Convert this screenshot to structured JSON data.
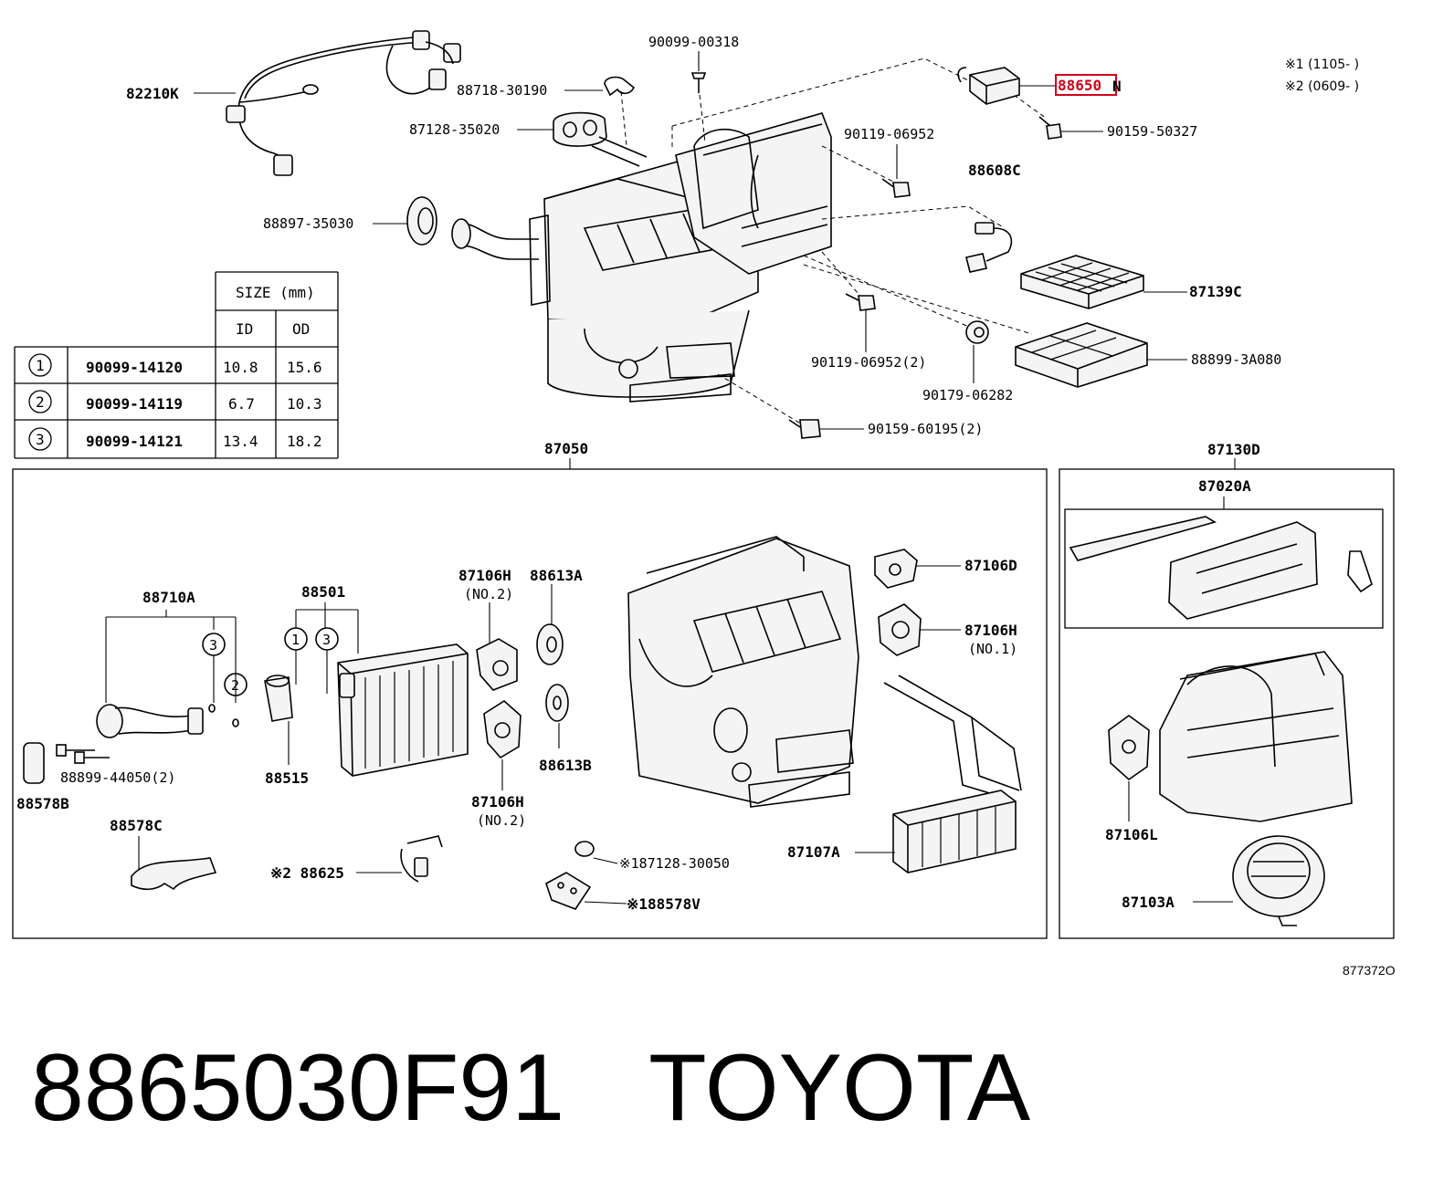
{
  "notes": {
    "n1": "※1 (1105-      )",
    "n2": "※2 (0609-      )"
  },
  "parts_top": {
    "p82210K": "82210K",
    "p90099_00318": "90099-00318",
    "p88718_30190": "88718-30190",
    "p87128_35020": "87128-35020",
    "p88897_35030": "88897-35030",
    "p88650N_highlight": "88650",
    "p88650N_suffix": "N",
    "p90159_50327": "90159-50327",
    "p90119_06952": "90119-06952",
    "p88608C": "88608C",
    "p87139C": "87139C",
    "p88899_3A080": "88899-3A080",
    "p90119_06952_2": "90119-06952(2)",
    "p90179_06282": "90179-06282",
    "p90159_60195_2": "90159-60195(2)"
  },
  "size_table": {
    "header": "SIZE (mm)",
    "col_id": "ID",
    "col_od": "OD",
    "rows": [
      {
        "mark": "1",
        "part": "90099-14120",
        "id": "10.8",
        "od": "15.6"
      },
      {
        "mark": "2",
        "part": "90099-14119",
        "id": "6.7",
        "od": "10.3"
      },
      {
        "mark": "3",
        "part": "90099-14121",
        "id": "13.4",
        "od": "18.2"
      }
    ]
  },
  "assembly_left": {
    "title": "87050",
    "p88710A": "88710A",
    "p88501": "88501",
    "p87106H_no2_a": "87106H",
    "p87106H_no2_a_sub": "(NO.2)",
    "p88613A": "88613A",
    "p87106D": "87106D",
    "p87106H_no1": "87106H",
    "p87106H_no1_sub": "(NO.1)",
    "p88899_44050_2": "88899-44050(2)",
    "p88578B": "88578B",
    "p88515": "88515",
    "p88613B": "88613B",
    "p87106H_no2_b": "87106H",
    "p87106H_no2_b_sub": "(NO.2)",
    "p88578C": "88578C",
    "p88625": "※2 88625",
    "p87128_30050": "※187128-30050",
    "p88578V": "※188578V",
    "p87107A": "87107A",
    "circle1": "1",
    "circle2": "2",
    "circle3": "3"
  },
  "assembly_right": {
    "title": "87130D",
    "p87020A": "87020A",
    "p87106L": "87106L",
    "p87103A": "87103A"
  },
  "drawing_ref": "877372O",
  "footer": {
    "part_number": "8865030F91",
    "brand": "TOYOTA"
  },
  "colors": {
    "highlight": "#d0021b",
    "ink": "#000000",
    "background": "#ffffff"
  }
}
